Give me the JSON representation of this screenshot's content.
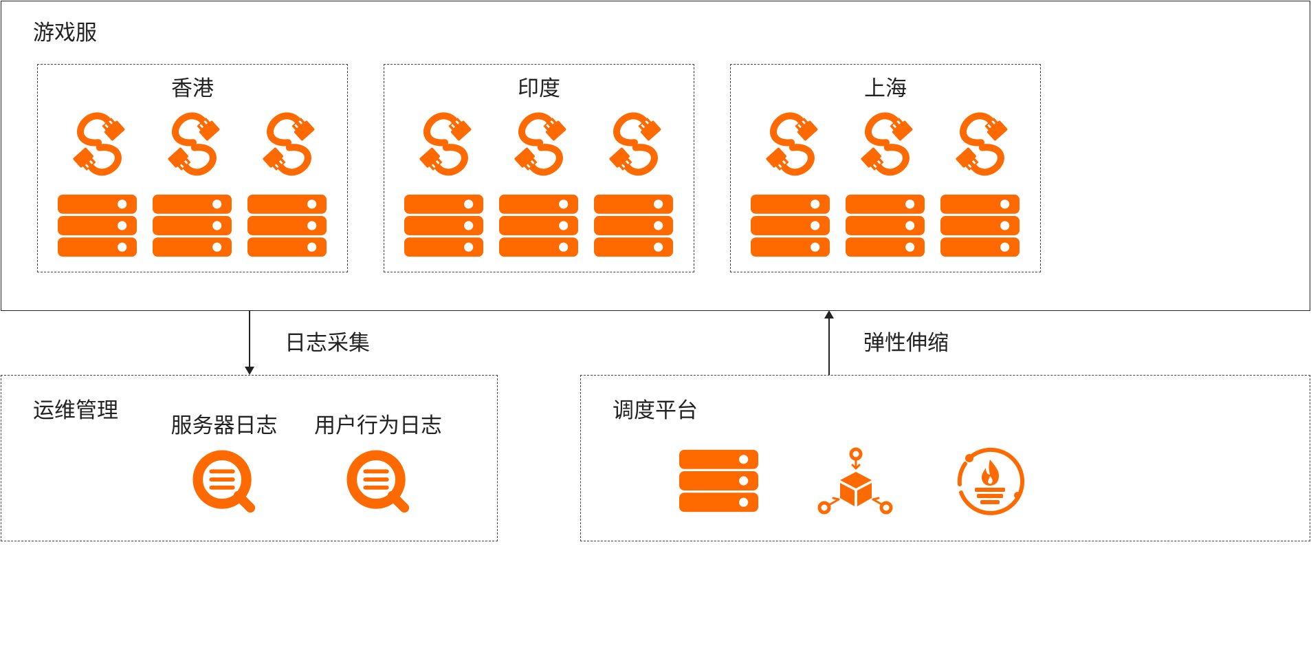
{
  "colors": {
    "accent": "#ff6a00",
    "line": "#222222"
  },
  "game_servers": {
    "title": "游戏服",
    "regions": [
      {
        "name": "香港"
      },
      {
        "name": "印度"
      },
      {
        "name": "上海"
      }
    ]
  },
  "flows": {
    "log_collection": "日志采集",
    "elastic_scaling": "弹性伸缩"
  },
  "ops": {
    "title": "运维管理",
    "items": [
      {
        "label": "服务器日志",
        "icon": "log-search-icon"
      },
      {
        "label": "用户行为日志",
        "icon": "log-search-icon"
      }
    ]
  },
  "scheduler": {
    "title": "调度平台",
    "icons": [
      "server-rack-icon",
      "cube-network-icon",
      "flame-monitor-icon"
    ]
  }
}
